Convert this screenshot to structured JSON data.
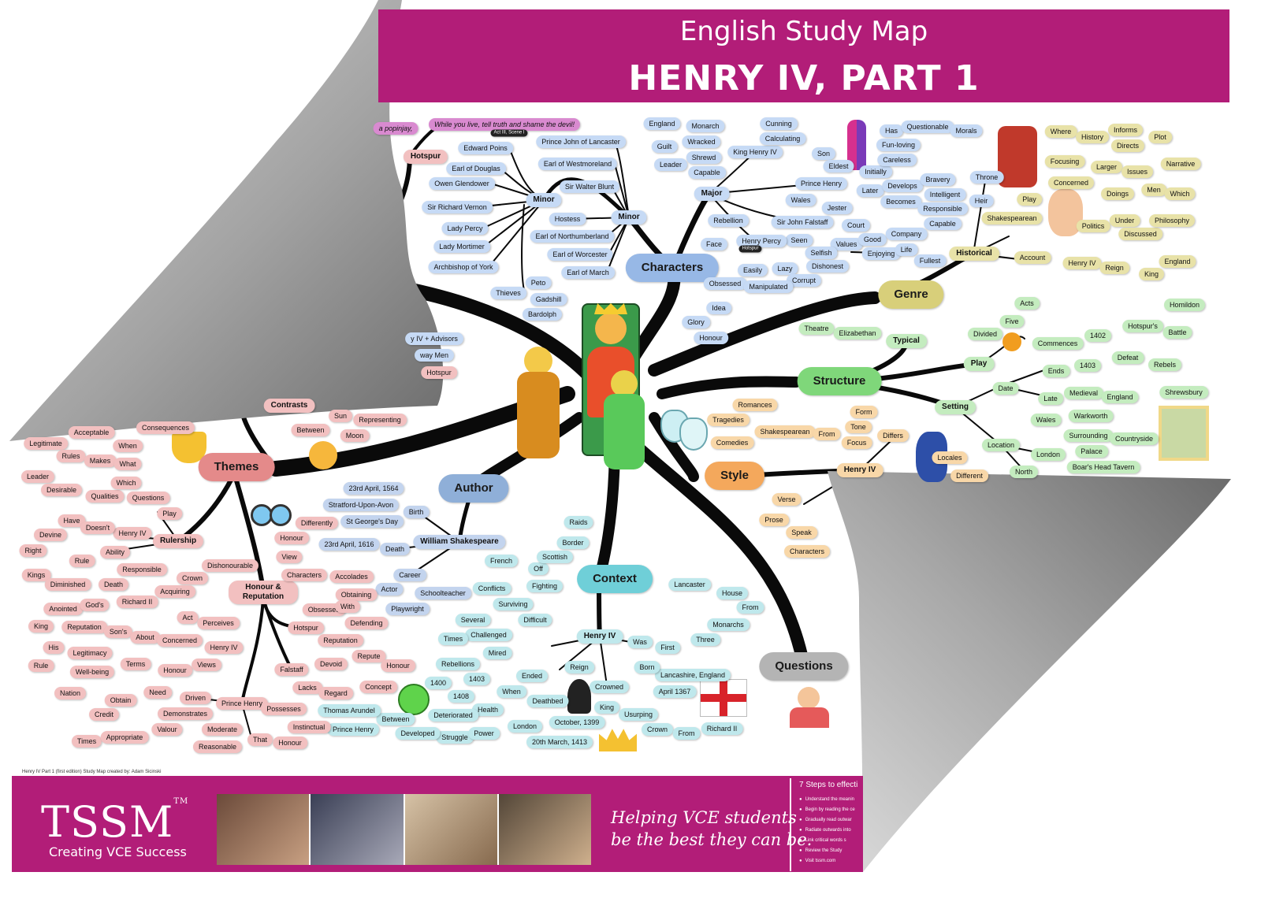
{
  "header": {
    "title": "English Study Map",
    "subtitle": "HENRY IV, PART 1"
  },
  "quote": {
    "text": "While you live, tell truth and shame the devil!",
    "citation": "Act III, Scene I",
    "fragment": "a popinjay,"
  },
  "main_nodes": {
    "characters": "Characters",
    "genre": "Genre",
    "structure": "Structure",
    "style": "Style",
    "context": "Context",
    "author": "Author",
    "themes": "Themes",
    "questions": "Questions"
  },
  "characters": {
    "major": "Major",
    "minor": "Minor",
    "minor2": "Minor",
    "hotspur": "Hotspur",
    "minor_left": [
      "Edward Poins",
      "Earl of Douglas",
      "Owen Glendower",
      "Sir Richard Vernon",
      "Lady Percy",
      "Lady Mortimer",
      "Archbishop of York"
    ],
    "minor_right": [
      "Prince John of Lancaster",
      "Earl of Westmoreland",
      "Sir Walter Blunt",
      "Hostess",
      "Earl of Northumberland",
      "Earl of Worcester",
      "Earl of March"
    ],
    "thieves": "Thieves",
    "thieves_list": [
      "Peto",
      "Gadshill",
      "Bardolph"
    ],
    "king_henry": "King Henry IV",
    "king_words": [
      "England",
      "Monarch",
      "Guilt",
      "Wracked",
      "Leader",
      "Shrewd",
      "Capable",
      "Cunning",
      "Calculating"
    ],
    "prince_henry": "Prince Henry",
    "prince_words": [
      "Son",
      "Eldest",
      "Initially",
      "Has",
      "Questionable",
      "Morals",
      "Fun-loving",
      "Careless",
      "Later",
      "Develops",
      "Bravery",
      "Becomes",
      "Intelligent",
      "Responsible",
      "Capable",
      "Throne",
      "Heir",
      "Wales"
    ],
    "falstaff": "Sir John Falstaff",
    "falstaff_words": [
      "Jester",
      "Court",
      "Values",
      "Good",
      "Company",
      "Enjoying",
      "Life",
      "Fullest",
      "Seen",
      "Selfish",
      "Dishonest",
      "Lazy",
      "Corrupt"
    ],
    "henry_percy": "Henry Percy",
    "hotspur_tag": "Hotspur",
    "percy_words": [
      "Rebellion",
      "Face",
      "Obsessed",
      "Idea",
      "Glory",
      "Honour",
      "Easily",
      "Manipulated"
    ]
  },
  "genre": {
    "historical": "Historical",
    "words": [
      "Where",
      "History",
      "Informs",
      "Plot",
      "Directs",
      "Focusing",
      "Larger",
      "Issues",
      "Narrative",
      "Concerned",
      "Doings",
      "Men",
      "Which",
      "Play",
      "Shakespearean",
      "Politics",
      "Under",
      "Discussed",
      "Philosophy",
      "Account",
      "Henry IV",
      "Reign",
      "King",
      "England"
    ]
  },
  "structure": {
    "typical": "Typical",
    "theatre": "Theatre",
    "elizabethan": "Elizabethan",
    "play": "Play",
    "acts": "Acts",
    "five": "Five",
    "divided": "Divided",
    "setting": "Setting",
    "words": [
      "Commences",
      "1402",
      "Homildon",
      "Hotspur's",
      "Battle",
      "Ends",
      "1403",
      "Defeat",
      "Rebels",
      "Shrewsbury",
      "Date",
      "Late",
      "Medieval",
      "England",
      "Warkworth",
      "Wales",
      "Location",
      "Surrounding",
      "Countryside",
      "London",
      "Palace",
      "Boar's Head Tavern",
      "North"
    ]
  },
  "style": {
    "henry_iv": "Henry IV",
    "words": [
      "Romances",
      "Tragedies",
      "Shakespearean",
      "Comedies",
      "From",
      "Form",
      "Tone",
      "Focus",
      "Differs",
      "Locales",
      "Different",
      "Verse",
      "Prose",
      "Speak",
      "Characters"
    ]
  },
  "context": {
    "henry_iv": "Henry IV",
    "birthplace": "Lancashire, England",
    "birth": "April 1367",
    "words": [
      "Lancaster",
      "House",
      "From",
      "Monarchs",
      "Three",
      "First",
      "Was",
      "Born",
      "Reign",
      "Crowned",
      "King",
      "Usurping",
      "Crown",
      "From",
      "Richard II",
      "October, 1399",
      "London",
      "20th March, 1413",
      "Deathbed",
      "When",
      "Health",
      "Deteriorated",
      "Struggle",
      "Power",
      "Developed",
      "Between",
      "Thomas Arundel",
      "Prince Henry",
      "Ended",
      "1400",
      "1403",
      "1408",
      "Rebellions",
      "Mired",
      "Challenged",
      "Several",
      "Times",
      "Difficult",
      "Surviving",
      "Conflicts",
      "French",
      "Fighting",
      "Off",
      "Scottish",
      "Border",
      "Raids"
    ]
  },
  "author": {
    "name": "William Shakespeare",
    "words": [
      "23rd April, 1564",
      "Stratford-Upon-Avon",
      "St George's Day",
      "Birth",
      "23rd April, 1616",
      "Death",
      "Career",
      "Actor",
      "Schoolteacher",
      "Playwright"
    ]
  },
  "themes": {
    "contrasts": "Contrasts",
    "rulership": "Rulership",
    "honour": "Honour & Reputation",
    "henry_iv": "Henry IV",
    "richard_ii": "Richard II",
    "hotspur": "Hotspur",
    "falstaff": "Falstaff",
    "prince_henry": "Prince Henry",
    "henry_iv_b": "Henry IV",
    "left_words": [
      "Acceptable",
      "When",
      "Legitimate",
      "Rules",
      "Makes",
      "What",
      "Leader",
      "Desirable",
      "Qualities",
      "Which",
      "Questions",
      "Play",
      "Consequences",
      "Have",
      "Doesn't",
      "Devine",
      "Right",
      "Kings",
      "Ability",
      "Rule",
      "Responsible",
      "Diminished",
      "Death",
      "Crown",
      "Acquiring",
      "Anointed",
      "God's",
      "King",
      "Reputation",
      "Son's",
      "About",
      "Concerned",
      "His",
      "Legitimacy",
      "Terms",
      "Honour",
      "Rule",
      "Well-being",
      "Nation",
      "Obtain",
      "Need",
      "Driven",
      "Credit",
      "Demonstrates",
      "Times",
      "Appropriate",
      "Valour",
      "Moderate",
      "That",
      "Reasonable",
      "Act",
      "Perceives",
      "Views",
      "Dishonourable"
    ],
    "right_words": [
      "Sun",
      "Moon",
      "Between",
      "Representing",
      "Differently",
      "Honour",
      "View",
      "Characters",
      "Accolades",
      "Obtaining",
      "Obsessed",
      "With",
      "Defending",
      "Reputation",
      "Repute",
      "Devoid",
      "Honour",
      "Lacks",
      "Regard",
      "Concept",
      "Possesses",
      "Instinctual",
      "Honour"
    ]
  },
  "left_fragments": [
    "y IV + Advisors",
    "way Men",
    "Hotspur"
  ],
  "credit": "Henry IV Part 1 (first edition) Study Map created by: Adam Sicinski",
  "footer": {
    "logo": "TSSM",
    "tm": "TM",
    "tagline": "Creating VCE Success",
    "slogan_1": "Helping VCE students",
    "slogan_2": "be the best they can be.",
    "steps_title": "7 Steps to effecti",
    "steps": [
      "Understand the meanin",
      "Begin by reading the ce",
      "Gradually read outwar",
      "Radiate outwards into",
      "Link critical words s",
      "Review the Study",
      "Visit tssm.com"
    ]
  },
  "colors": {
    "brand": "#b21d78",
    "branch": "#0a0a0a",
    "curl": "#a8a8a8"
  },
  "icons": [
    "king-on-throne-icon",
    "jester-icon",
    "crown-icon",
    "theatre-masks-icon",
    "england-flag-icon",
    "union-jack-icon",
    "binoculars-icon",
    "smiley-icon",
    "student-thinking-icon",
    "pirate-icon",
    "sun-moon-icon",
    "knight-icon",
    "grim-reaper-icon",
    "castle-painting-icon"
  ]
}
